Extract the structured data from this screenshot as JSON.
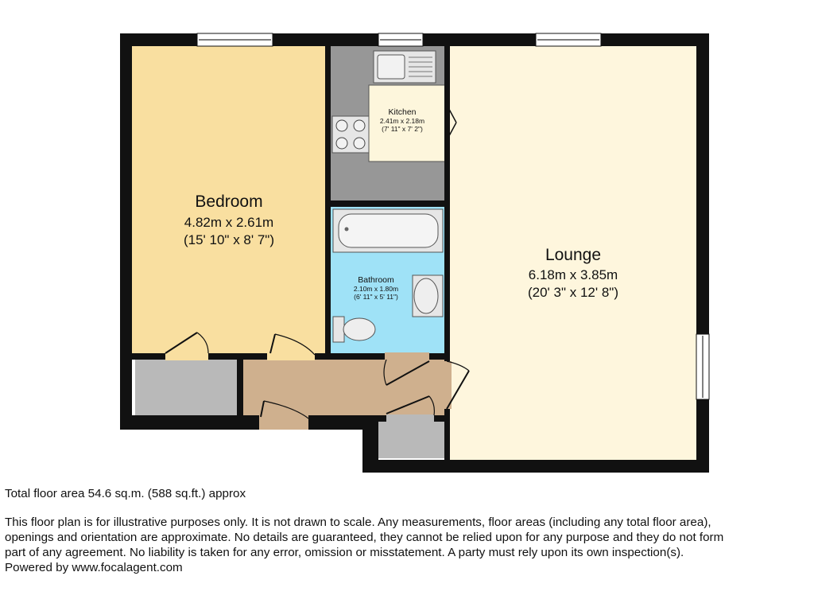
{
  "rooms": {
    "bedroom": {
      "name": "Bedroom",
      "dim_metric": "4.82m x 2.61m",
      "dim_imperial": "(15' 10\" x 8' 7\")"
    },
    "lounge": {
      "name": "Lounge",
      "dim_metric": "6.18m x 3.85m",
      "dim_imperial": "(20' 3\" x 12' 8\")"
    },
    "kitchen": {
      "name": "Kitchen",
      "dim_metric": "2.41m x 2.18m",
      "dim_imperial": "(7' 11\" x 7' 2\")"
    },
    "bathroom": {
      "name": "Bathroom",
      "dim_metric": "2.10m x 1.80m",
      "dim_imperial": "(6' 11\" x 5' 11\")"
    }
  },
  "footer": {
    "total_area": "Total floor area 54.6 sq.m. (588 sq.ft.) approx",
    "disclaimer_lines": [
      "This floor plan is for illustrative purposes only. It is not drawn to scale. Any measurements, floor areas (including any total floor area),",
      "openings and orientation are approximate. No details are guaranteed, they cannot be relied upon for any purpose and they do not form",
      "part of any agreement. No liability is taken for any error, omission or misstatement. A party must rely upon its own inspection(s).",
      "Powered by www.focalagent.com"
    ]
  },
  "colors": {
    "wall": "#111111",
    "bedroom_fill": "#f9dfa0",
    "lounge_fill": "#fef6dd",
    "kitchen_fill": "#979797",
    "bathroom_fill": "#9fe2f7",
    "hall_fill": "#cfb08e",
    "cupboard_fill": "#b9b9b9",
    "worktop_fill": "#fdf6dc"
  }
}
